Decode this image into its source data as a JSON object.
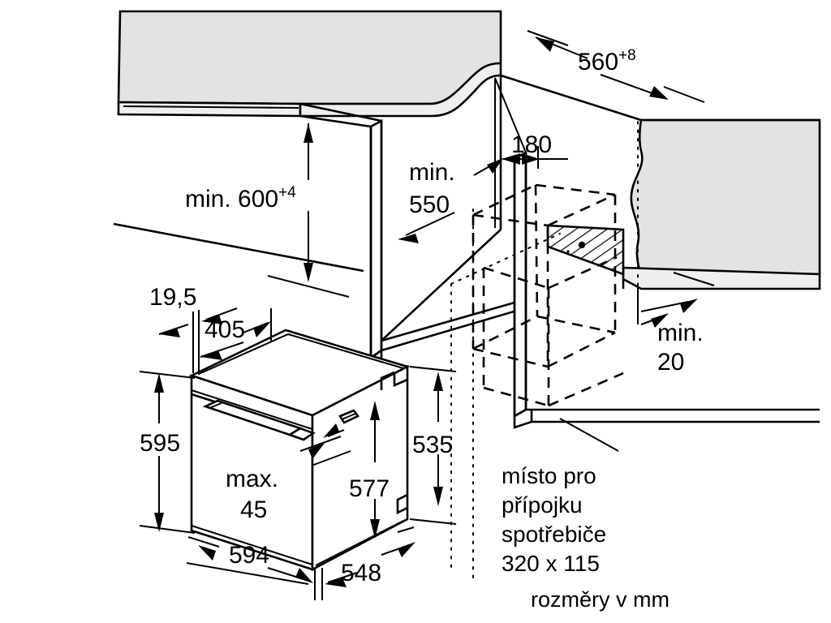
{
  "document": {
    "title": "Vestavná trouba – rozměry pro vestavbu",
    "type": "installation-dimension-drawing",
    "units_note": "rozměry v mm"
  },
  "colors": {
    "line": "#000000",
    "background": "#ffffff",
    "panel_fill": "#e3e3e3",
    "edge_fill": "#efefef"
  },
  "dimensions": {
    "niche_depth": {
      "value": "560",
      "tolerance": "+8",
      "full": "560+8"
    },
    "niche_height": {
      "prefix": "min.",
      "value": "600",
      "tolerance": "+4",
      "full": "min. 600+4"
    },
    "niche_width": {
      "prefix": "min.",
      "value": "550",
      "full": "min. 550"
    },
    "socket_offset": {
      "value": "180"
    },
    "rear_clearance": {
      "prefix": "min.",
      "value": "20",
      "full": "min. 20"
    },
    "door_front_offset": {
      "value": "19,5"
    },
    "top_front_depth": {
      "value": "405"
    },
    "appliance_height": {
      "value": "595"
    },
    "appliance_body_depth": {
      "value": "535"
    },
    "appliance_body_height": {
      "value": "577"
    },
    "door_gap_max": {
      "prefix": "max.",
      "value": "45",
      "full": "max. 45"
    },
    "appliance_width": {
      "value": "594"
    },
    "appliance_depth": {
      "value": "548"
    }
  },
  "labels": {
    "depth_560": "560",
    "depth_560_sup": "+8",
    "height_600_prefix": "min. ",
    "height_600": "600",
    "height_600_sup": "+4",
    "width_min": "min.",
    "width_550": "550",
    "offset_180": "180",
    "rear_min": "min.",
    "rear_20": "20",
    "front_195": "19,5",
    "top_405": "405",
    "height_595": "595",
    "depth_535": "535",
    "height_577": "577",
    "gap_max": "max.",
    "gap_45": "45",
    "width_594": "594",
    "depth_548": "548"
  },
  "callout": {
    "line1": "místo pro",
    "line2": "přípojku",
    "line3": "spotřebiče",
    "line4": "320 x 115"
  },
  "footer": {
    "units": "rozměry v mm"
  },
  "legend": {
    "socket_area_name": "hatched-socket-zone",
    "countertop_name": "worktop-panel",
    "appliance_name": "built-in-oven"
  }
}
